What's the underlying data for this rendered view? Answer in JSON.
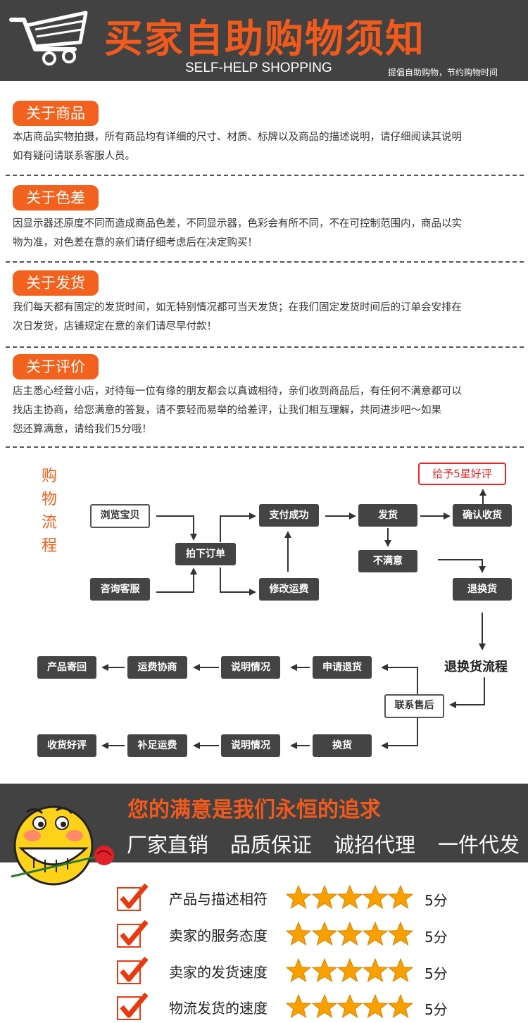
{
  "header": {
    "title": "买家自助购物须知",
    "subtitle": "SELF-HELP SHOPPING",
    "slogan": "提倡自助购物，节约购物时间"
  },
  "sections": [
    {
      "tag": "关于商品",
      "lines": [
        "本店商品实物拍摄，所有商品均有详细的尺寸、材质、标牌以及商品的描述说明，请仔细阅读其说明",
        "如有疑问请联系客服人员。"
      ]
    },
    {
      "tag": "关于色差",
      "lines": [
        "因显示器还原度不同而造成商品色差，不同显示器，色彩会有所不同，不在可控制范围内，商品以实",
        "物为准，对色差在意的亲们请仔细考虑后在决定购买！"
      ]
    },
    {
      "tag": "关于发货",
      "lines": [
        "我们每天都有固定的发货时间，如无特别情况都可当天发货；在我们固定发货时间后的订单会安排在",
        "次日发货，店铺规定在意的亲们请尽早付款！"
      ]
    },
    {
      "tag": "关于评价",
      "lines": [
        "店主悉心经营小店，对待每一位有缘的朋友都会以真诚相待，亲们收到商品后，有任何不满意都可以",
        "找店主协商，给您满意的答复，请不要轻而易举的给差评，让我们相互理解，共同进步吧～如果",
        "您还算满意，请给我们5分哦！"
      ]
    }
  ],
  "flow": {
    "title": "购物流程",
    "good_review": "给予5星好评",
    "browse": "浏览宝贝",
    "consult": "咨询客服",
    "order": "拍下订单",
    "pay": "支付成功",
    "modify_fee": "修改运费",
    "ship": "发货",
    "unsatisfied": "不满意",
    "confirm": "确认收货",
    "return_exchange": "退换货",
    "return_title": "退换货流程",
    "contact_service": "联系售后",
    "apply_return": "申请退货",
    "explain_1": "说明情况",
    "negotiate_fee": "运费协商",
    "send_back": "产品寄回",
    "exchange": "换货",
    "explain_2": "说明情况",
    "supplement_fee": "补足运费",
    "receive_review": "收货好评"
  },
  "banner": {
    "title": "您的满意是我们永恒的追求",
    "items": [
      "厂家直销",
      "品质保证",
      "诚招代理",
      "一件代发"
    ]
  },
  "ratings": [
    {
      "label": "产品与描述相符",
      "stars": 5,
      "score": "5分"
    },
    {
      "label": "卖家的服务态度",
      "stars": 5,
      "score": "5分"
    },
    {
      "label": "卖家的发货速度",
      "stars": 5,
      "score": "5分"
    },
    {
      "label": "物流发货的速度",
      "stars": 5,
      "score": "5分"
    }
  ],
  "colors": {
    "accent": "#f2611d",
    "dark": "#424242",
    "star": "#f7a000",
    "check": "#e83a10"
  }
}
